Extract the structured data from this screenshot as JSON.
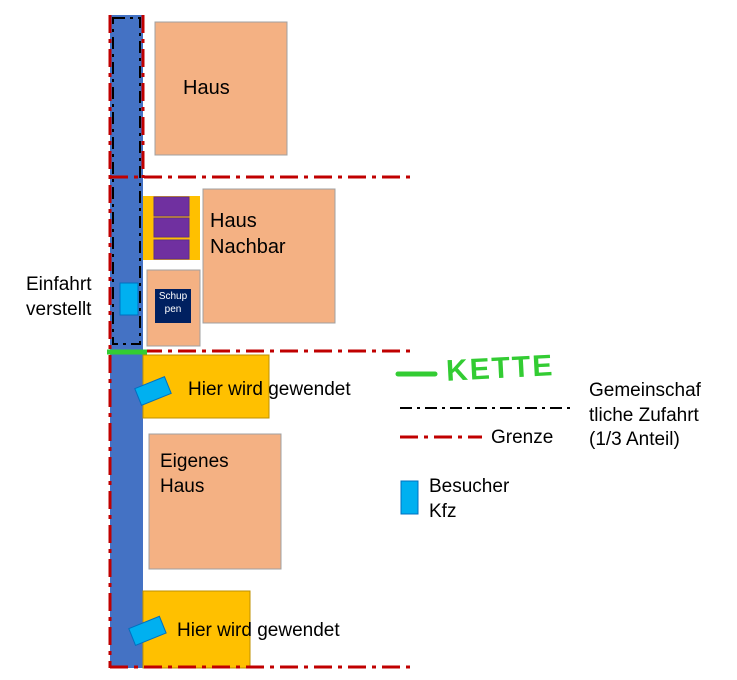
{
  "labels": {
    "haus": "Haus",
    "haus_nachbar": "Haus\nNachbar",
    "schuppen": "Schup\npen",
    "einfahrt": "Einfahrt\nverstellt",
    "hier_wird_gewendet_1": "Hier wird gewendet",
    "eigenes_haus": "Eigenes\nHaus",
    "hier_wird_gewendet_2": "Hier wird gewendet",
    "kette": "KETTE"
  },
  "legend": {
    "zufahrt": "Gemeinschaf\ntliche Zufahrt\n(1/3 Anteil)",
    "grenze": "Grenze",
    "besucher": "Besucher\nKfz"
  },
  "colors": {
    "road": "#4472c4",
    "house": "#f4b183",
    "turn_area": "#ffc000",
    "boundary": "#c00000",
    "car": "#00b0f0",
    "shed_purple": "#7030a0",
    "chain": "#33cc33",
    "shed_label_bg": "#002060"
  }
}
